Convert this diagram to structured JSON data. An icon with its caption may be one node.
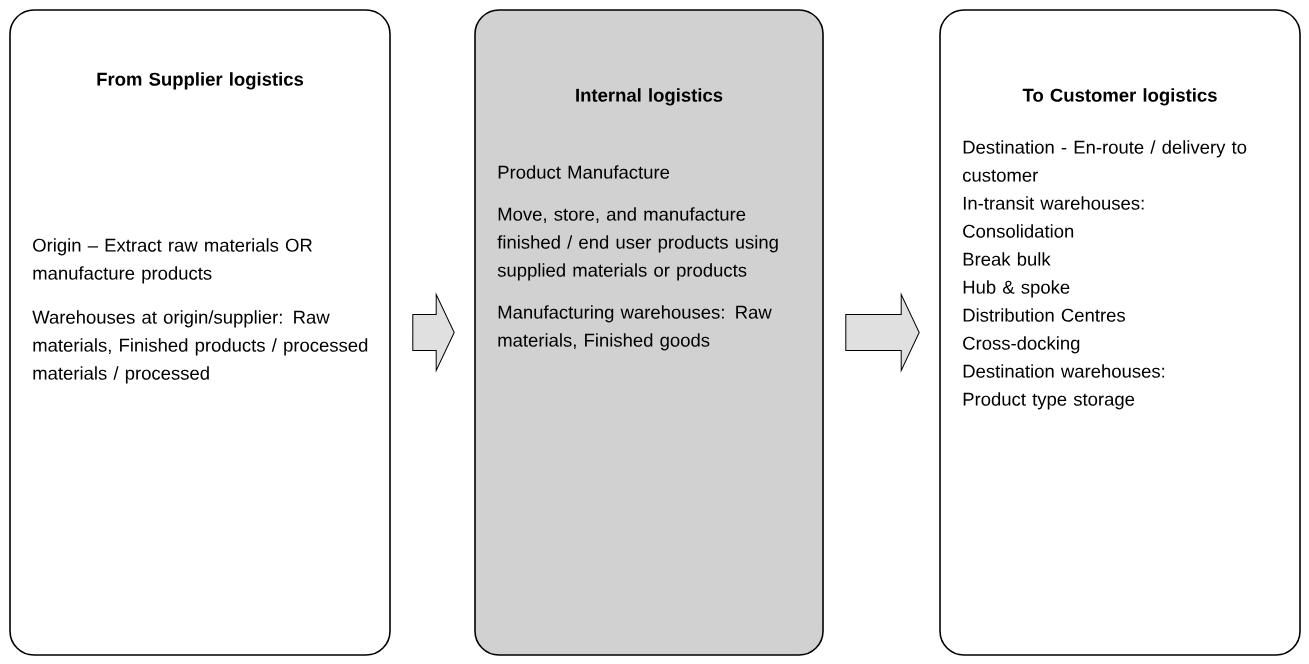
{
  "diagram": {
    "nodes": [
      {
        "text": [
          "From Supplier logistics",
          "Origin – Extract raw materials OR manufacture products",
          "Warehouses at origin/supplier:  Raw materials, Finished products / processed materials / processed"
        ]
      },
      {
        "text": [
          "Internal logistics",
          "Product Manufacture",
          "Move, store, and manufacture finished / end user products using supplied materials or products",
          "Manufacturing warehouses: Raw materials, Finished goods"
        ]
      },
      {
        "text": [
          "To Customer logistics",
          "Destination - En-route / delivery to customer",
          "In-transit warehouses:",
          "Consolidation",
          "Break bulk",
          "Hub & spoke",
          "Distribution Centres",
          "Cross-docking",
          "Destination warehouses:",
          "Product type storage"
        ]
      }
    ],
    "edges": [
      {
        "from": 0,
        "to": 1,
        "arrow": "to"
      },
      {
        "from": 1,
        "to": 2,
        "arrow": "to"
      }
    ]
  }
}
